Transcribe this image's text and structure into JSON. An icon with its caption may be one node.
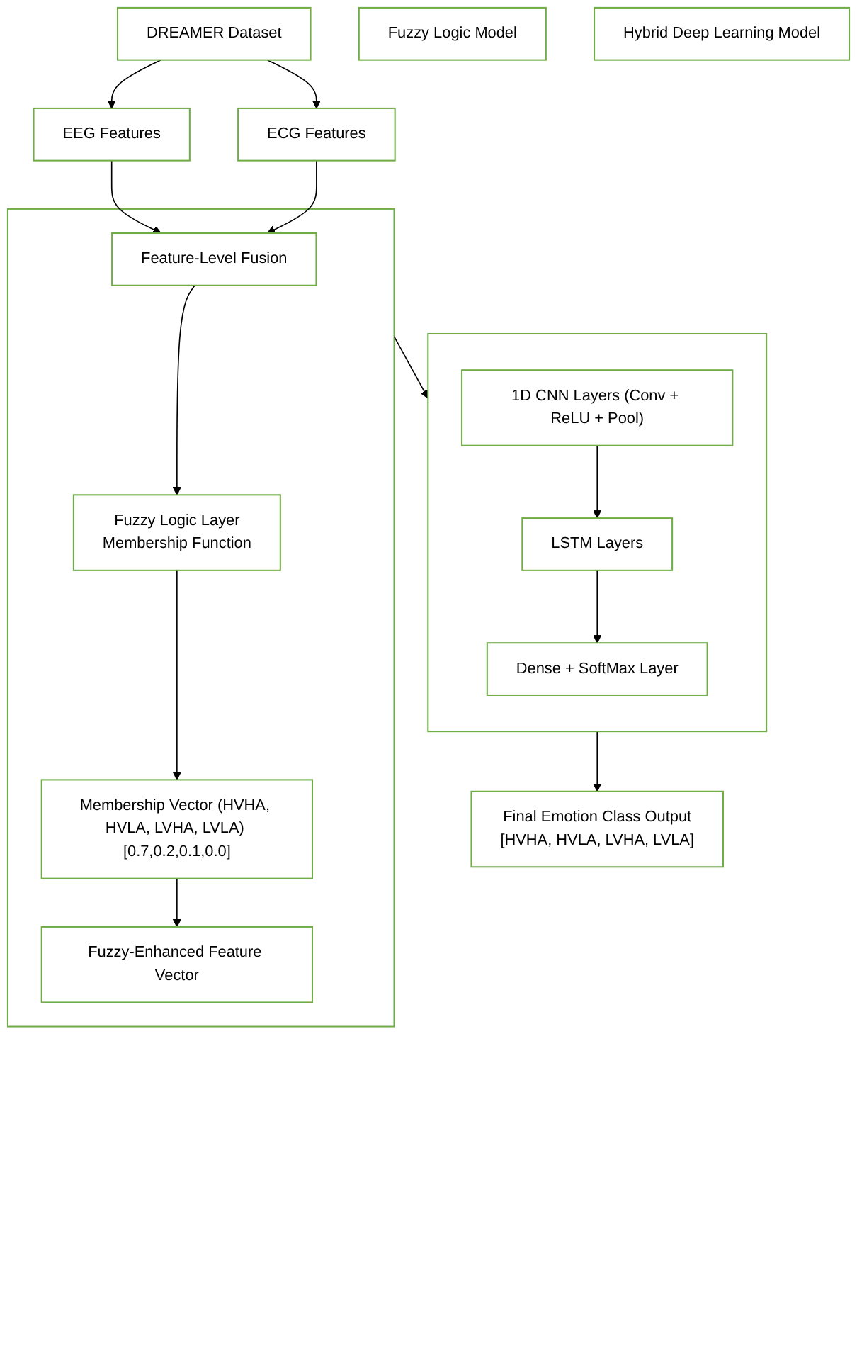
{
  "diagram": {
    "nodes": [
      {
        "text": [
          "DREAMER Dataset"
        ]
      },
      {
        "text": [
          "EEG Features"
        ]
      },
      {
        "text": [
          "ECG Features"
        ]
      },
      {
        "text": [],
        "shape": "box"
      },
      {
        "text": [
          "Feature-Level Fusion"
        ],
        "in": 3
      },
      {
        "text": [
          "Fuzzy Logic Layer",
          "Membership Function"
        ],
        "in": 3
      },
      {
        "text": [
          "Membership Vector (HVHA, HVLA, LVHA, LVLA) [0.7,0.2,0.1,0.0]"
        ],
        "in": 3
      },
      {
        "text": [
          "Fuzzy-Enhanced Feature Vector"
        ],
        "in": 3
      },
      {
        "text": [
          "Fuzzy Logic Model"
        ]
      },
      {
        "text": [],
        "shape": "box"
      },
      {
        "text": [
          "1D CNN Layers (Conv + ReLU + Pool)"
        ],
        "in": 9
      },
      {
        "text": [
          "LSTM Layers"
        ],
        "in": 9
      },
      {
        "text": [
          "Dense + SoftMax Layer"
        ],
        "in": 9
      },
      {
        "text": [
          "Hybrid Deep Learning Model"
        ]
      },
      {
        "text": [
          "Final Emotion Class Output",
          "[HVHA, HVLA, LVHA, LVLA]"
        ]
      }
    ],
    "edges": [
      {
        "from": 0,
        "to": 1,
        "arrow": "to"
      },
      {
        "from": 0,
        "to": 2,
        "arrow": "to"
      },
      {
        "from": 1,
        "to": 4,
        "arrow": "to"
      },
      {
        "from": 2,
        "to": 4,
        "arrow": "to"
      },
      {
        "from": 4,
        "to": 5,
        "arrow": "to"
      },
      {
        "from": 5,
        "to": 6,
        "arrow": "to"
      },
      {
        "from": 6,
        "to": 7,
        "arrow": "to"
      },
      {
        "from": 3,
        "to": 9,
        "arrow": "to"
      },
      {
        "from": 10,
        "to": 11,
        "arrow": "to"
      },
      {
        "from": 11,
        "to": 12,
        "arrow": "to"
      },
      {
        "from": 9,
        "to": 14,
        "arrow": "to"
      }
    ]
  }
}
